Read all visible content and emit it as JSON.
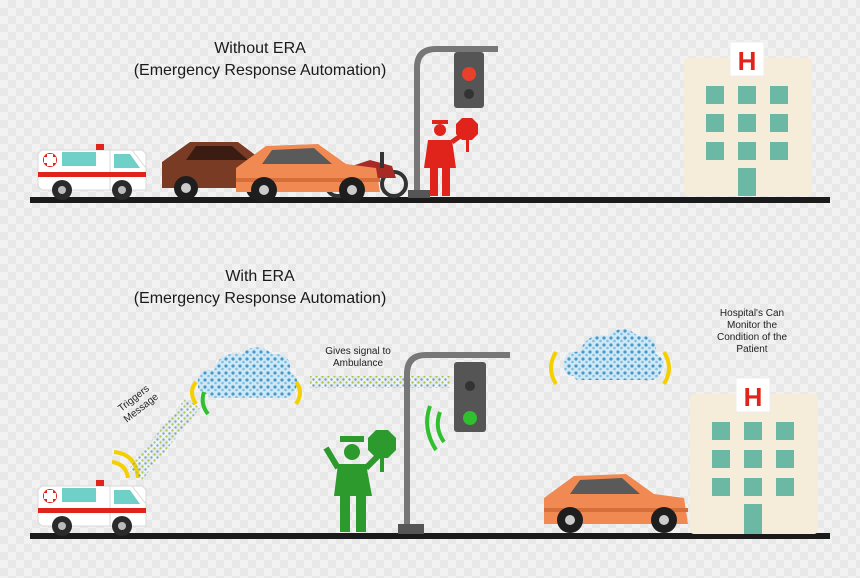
{
  "top_panel": {
    "title": "Without ERA",
    "subtitle": "(Emergency Response Automation)"
  },
  "bottom_panel": {
    "title": "With ERA",
    "subtitle": "(Emergency Response Automation)",
    "triggers_label": "Triggers Message",
    "signal_label_1": "Gives signal to",
    "signal_label_2": "Ambulance",
    "hospital_label_1": "Hospital's Can",
    "hospital_label_2": "Monitor the",
    "hospital_label_3": "Condition of the",
    "hospital_label_4": "Patient"
  },
  "hospital_sign": "H",
  "colors": {
    "road": "#1a1a1a",
    "red_light": "#e8402b",
    "green_light": "#2fbf2f",
    "wave": "#f5d000",
    "police_red": "#e0241b",
    "police_green": "#2d9a2d",
    "car_orange": "#f08a52",
    "car_brown": "#7a3b24",
    "ambulance_teal": "#6fd0c8",
    "hospital_wall": "#f5ecd9",
    "hospital_window": "#6bb8a4",
    "cloud_blue": "#5aa9d6"
  }
}
